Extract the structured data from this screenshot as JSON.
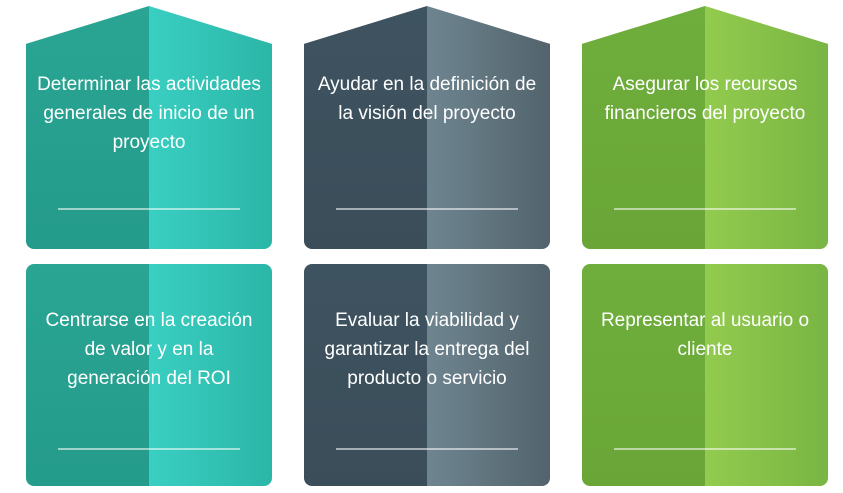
{
  "cards": [
    {
      "text": "Determinar las actividades generales de inicio de un proyecto",
      "color": "#2aa593"
    },
    {
      "text": "Ayudar en la definición de la visión del proyecto",
      "color": "#3e5360"
    },
    {
      "text": "Asegurar los recursos financieros del proyecto",
      "color": "#6fae3c"
    },
    {
      "text": "Centrarse en la creación de valor y en la generación del ROI",
      "color": "#2aa593"
    },
    {
      "text": "Evaluar la viabilidad y garantizar la entrega del producto o servicio",
      "color": "#3e5360"
    },
    {
      "text": "Representar al usuario o cliente",
      "color": "#6fae3c"
    }
  ]
}
